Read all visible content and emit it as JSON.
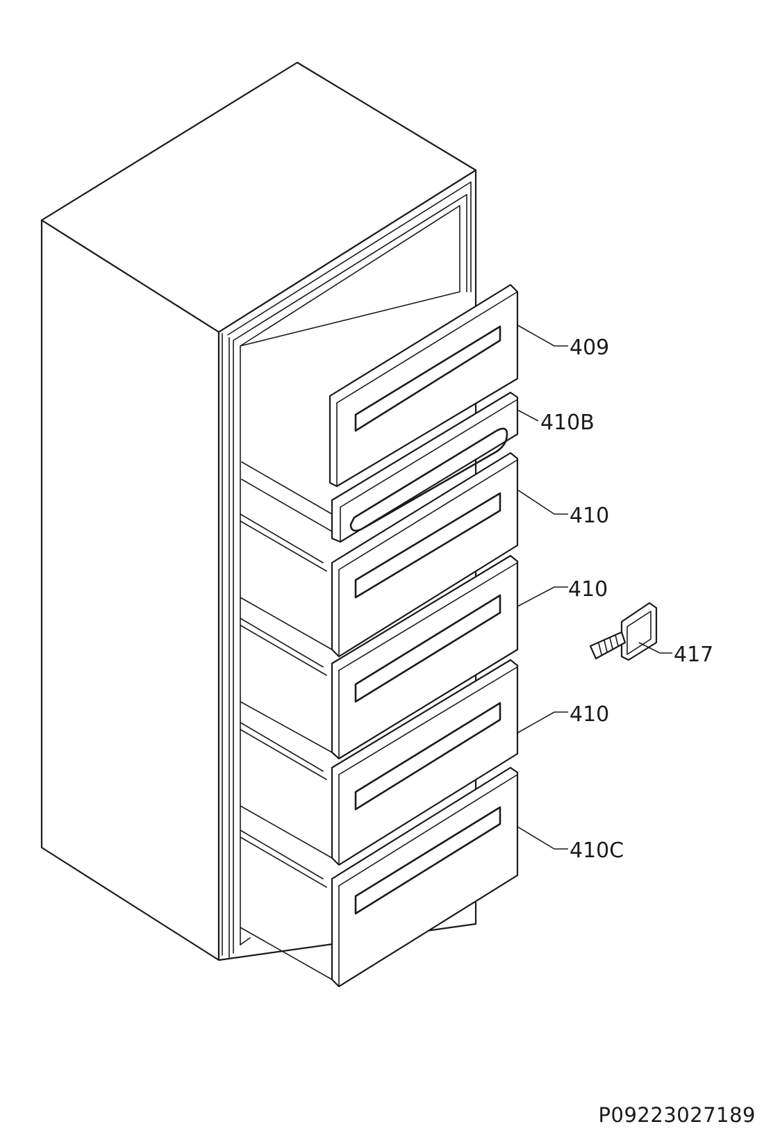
{
  "callouts": {
    "c409": "409",
    "c410b": "410B",
    "c410a": "410",
    "c410b2": "410",
    "c410c2": "410",
    "c410c": "410C",
    "c417": "417"
  },
  "drawing_code": "P09223027189"
}
